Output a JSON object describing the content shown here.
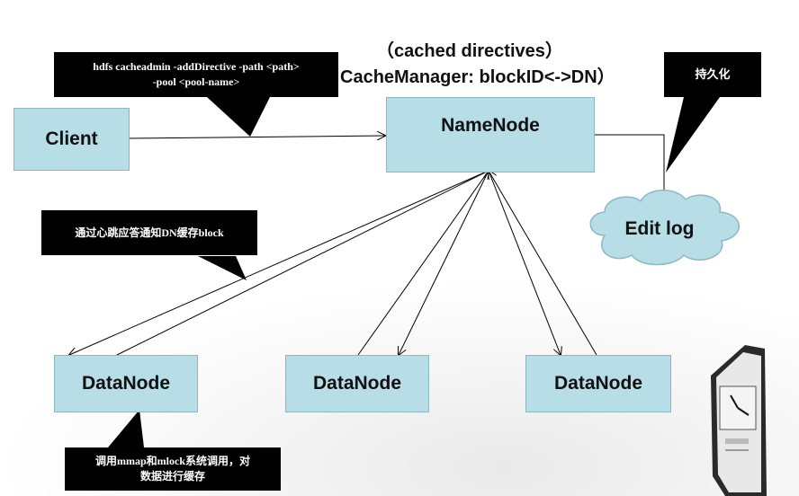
{
  "header": {
    "line1": "（cached directives）",
    "line2": "CacheManager: blockID<->DN）"
  },
  "nodes": {
    "client": "Client",
    "namenode": "NameNode",
    "datanode_1": "DataNode",
    "datanode_2": "DataNode",
    "datanode_3": "DataNode",
    "edit_log": "Edit log"
  },
  "callouts": {
    "command_line1": "hdfs cacheadmin -addDirective -path <path>",
    "command_line2": "-pool <pool-name>",
    "persist": "持久化",
    "heartbeat": "通过心跳应答通知DN缓存block",
    "mmap_line1": "调用mmap和mlock系统调用，对",
    "mmap_line2": "数据进行缓存"
  },
  "colors": {
    "node_fill": "#b7dde6",
    "cloud_fill": "#b7dde6",
    "callout_fill": "#000000"
  },
  "decoration": {
    "clock_icon": "clock-icon"
  }
}
